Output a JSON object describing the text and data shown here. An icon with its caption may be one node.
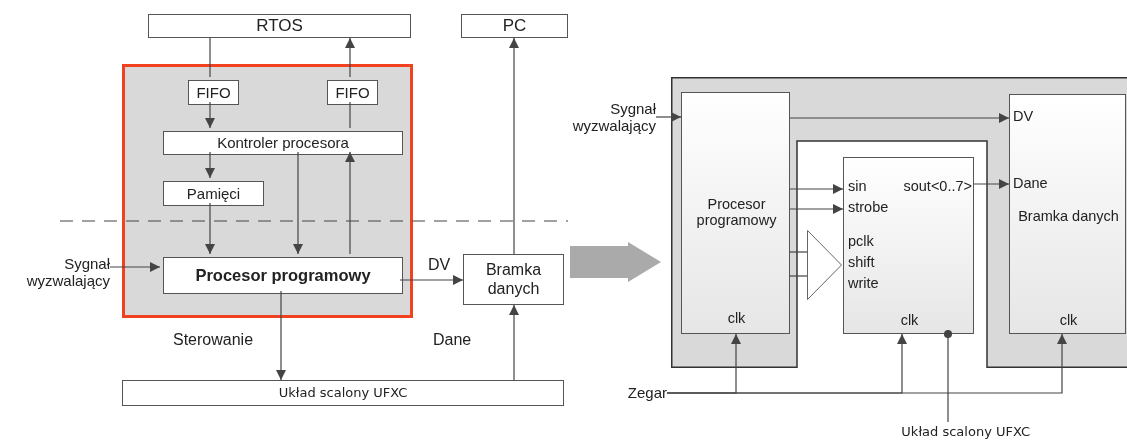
{
  "diagram": {
    "nodes": [
      {
        "text": [
          "RTOS"
        ]
      },
      {
        "text": [
          "PC"
        ]
      },
      {
        "text": [],
        "shape": "box"
      },
      {
        "text": [
          "FIFO"
        ],
        "in": 2
      },
      {
        "text": [
          "FIFO"
        ],
        "in": 2
      },
      {
        "text": [
          "Kontroler procesora"
        ],
        "in": 2
      },
      {
        "text": [
          "Pamięci"
        ],
        "in": 2
      },
      {
        "text": [
          "Procesor programowy"
        ],
        "in": 2
      },
      {
        "text": [
          "Sygnał wyzwalający"
        ]
      },
      {
        "text": [
          "Bramka danych"
        ]
      },
      {
        "text": [
          "Układ scalony UFXC"
        ]
      },
      {
        "text": [
          "Sygnał wyzwalający"
        ]
      },
      {
        "text": [],
        "shape": "box"
      },
      {
        "text": [
          "Procesor programowy",
          "clk"
        ],
        "in": 12
      },
      {
        "text": [
          "sin",
          "sout<0..7>",
          "strobe",
          "pclk",
          "shift",
          "write",
          "clk"
        ],
        "in": 12
      },
      {
        "text": [],
        "shape": "triangle",
        "in": 12
      },
      {
        "text": [
          "DV",
          "Dane",
          "Bramka danych",
          "clk"
        ],
        "in": 12
      },
      {
        "text": [
          "Zegar"
        ]
      },
      {
        "text": [
          "Układ scalony UFXC"
        ]
      }
    ],
    "edges": [
      {
        "from": 0,
        "to": 3,
        "arrow": "none"
      },
      {
        "from": 3,
        "to": 5,
        "arrow": "to"
      },
      {
        "from": 5,
        "to": 6,
        "arrow": "to"
      },
      {
        "from": 6,
        "to": 7,
        "arrow": "to"
      },
      {
        "from": 5,
        "to": 7,
        "arrow": "to"
      },
      {
        "from": 7,
        "to": 5,
        "arrow": "to"
      },
      {
        "from": 5,
        "to": 4,
        "arrow": "none"
      },
      {
        "from": 4,
        "to": 0,
        "arrow": "to"
      },
      {
        "from": 8,
        "to": 7,
        "arrow": "to"
      },
      {
        "from": 7,
        "to": 9,
        "arrow": "to",
        "label": "DV"
      },
      {
        "from": 9,
        "to": 1,
        "arrow": "to"
      },
      {
        "from": 7,
        "to": 10,
        "arrow": "to",
        "label": "Sterowanie"
      },
      {
        "from": 10,
        "to": 9,
        "arrow": "to",
        "label": "Dane"
      },
      {
        "from": 11,
        "to": 13,
        "arrow": "to"
      },
      {
        "from": 13,
        "to": 16,
        "arrow": "to"
      },
      {
        "from": 13,
        "to": 14,
        "arrow": "to"
      },
      {
        "from": 13,
        "to": 14,
        "arrow": "to"
      },
      {
        "from": 13,
        "to": 15,
        "arrow": "none"
      },
      {
        "from": 13,
        "to": 15,
        "arrow": "none"
      },
      {
        "from": 14,
        "to": 16,
        "arrow": "to"
      },
      {
        "from": 17,
        "to": 13,
        "arrow": "to"
      },
      {
        "from": 17,
        "to": 14,
        "arrow": "to"
      },
      {
        "from": 17,
        "to": 16,
        "arrow": "to"
      },
      {
        "from": 14,
        "to": 18,
        "arrow": "other"
      },
      {
        "from": 9,
        "to": 12,
        "arrow": "to",
        "style": "thick",
        "color": "#aaaaaa"
      }
    ]
  }
}
